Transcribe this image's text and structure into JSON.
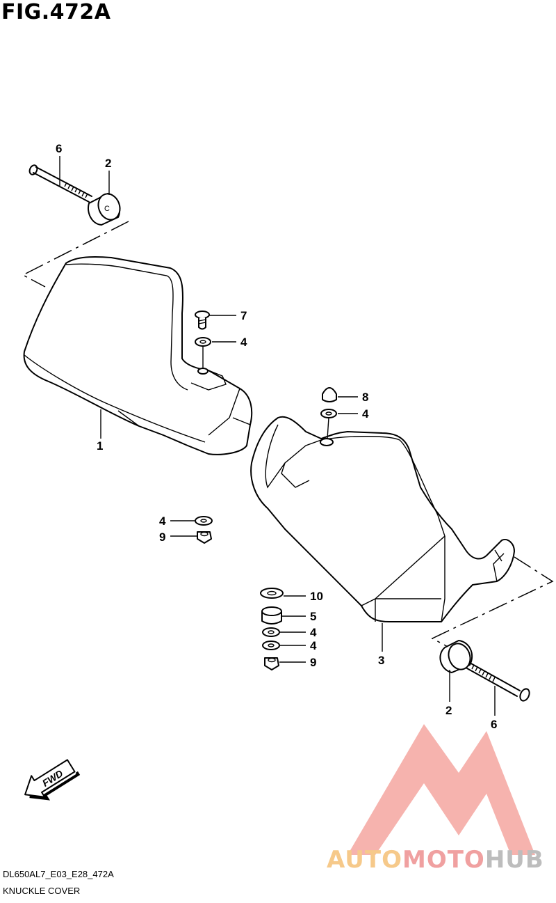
{
  "figure_title": "FIG.472A",
  "footer": {
    "code": "DL650AL7_E03_E28_472A",
    "name": "KNUCKLE COVER"
  },
  "callouts": {
    "c6_top": "6",
    "c2_top": "2",
    "c7": "7",
    "c4_a": "4",
    "c1": "1",
    "c8": "8",
    "c4_b": "4",
    "c4_c": "4",
    "c9_a": "9",
    "c10": "10",
    "c5": "5",
    "c4_d": "4",
    "c4_e": "4",
    "c9_b": "9",
    "c3": "3",
    "c2_bottom": "2",
    "c6_bottom": "6"
  },
  "fwd_label": "FWD",
  "spacer_mark": "C",
  "watermark": {
    "part1": "AUTO",
    "part2": "MOTO",
    "part3": "HUB",
    "colors": {
      "auto": "#f6c98a",
      "moto": "#f0a0a0",
      "hub": "#bdbdbd",
      "logo": "#f4a6a0"
    }
  }
}
